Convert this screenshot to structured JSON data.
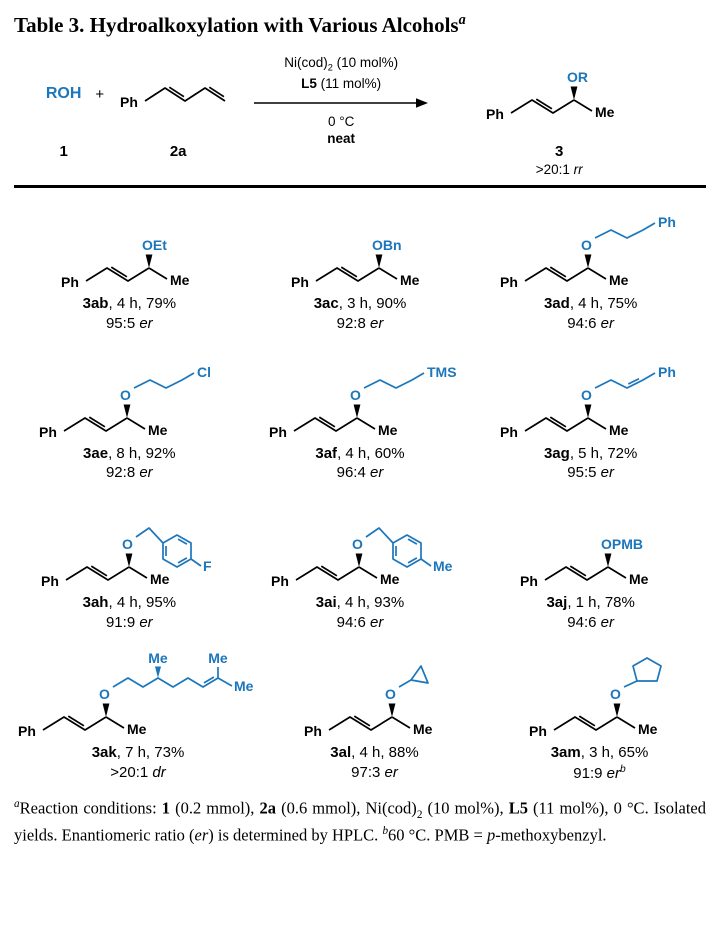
{
  "colors": {
    "accent": "#1c76bc",
    "text": "#000000"
  },
  "title": {
    "text": "Table 3. Hydroalkoxylation with Various Alcohols",
    "sup": "a"
  },
  "core_labels": {
    "ph": "Ph",
    "me": "Me"
  },
  "scheme": {
    "alcohol": {
      "label": "ROH",
      "number": "1"
    },
    "plus": "+",
    "diene": {
      "ph": "Ph",
      "number": "2a"
    },
    "arrow": {
      "above1_main": "Ni(cod)",
      "above1_sub": "2",
      "above1_rest": " (10 mol%)",
      "above2_bold": "L5",
      "above2_rest": " (11 mol%)",
      "below1": "0 °C",
      "below2": "neat"
    },
    "product": {
      "or": "OR",
      "number": "3",
      "ratio": ">20:1 ",
      "ratio_label": "rr"
    }
  },
  "compounds": [
    {
      "id": "3ab",
      "meta": ", 4 h, 79%",
      "ratio": "95:5 ",
      "ratio_label": "er",
      "o_label": "OEt"
    },
    {
      "id": "3ac",
      "meta": ", 3 h, 90%",
      "ratio": "92:8 ",
      "ratio_label": "er",
      "o_label": "OBn"
    },
    {
      "id": "3ad",
      "meta": ", 4 h, 75%",
      "ratio": "94:6 ",
      "ratio_label": "er",
      "o_label": "O",
      "terminal": "Ph"
    },
    {
      "id": "3ae",
      "meta": ", 8 h, 92%",
      "ratio": "92:8 ",
      "ratio_label": "er",
      "o_label": "O",
      "terminal": "Cl"
    },
    {
      "id": "3af",
      "meta": ", 4 h, 60%",
      "ratio": "96:4 ",
      "ratio_label": "er",
      "o_label": "O",
      "terminal": "TMS"
    },
    {
      "id": "3ag",
      "meta": ", 5 h, 72%",
      "ratio": "95:5 ",
      "ratio_label": "er",
      "o_label": "O",
      "terminal": "Ph"
    },
    {
      "id": "3ah",
      "meta": ", 4 h, 95%",
      "ratio": "91:9 ",
      "ratio_label": "er",
      "o_label": "O",
      "terminal": "F"
    },
    {
      "id": "3ai",
      "meta": ", 4 h, 93%",
      "ratio": "94:6 ",
      "ratio_label": "er",
      "o_label": "O",
      "terminal": "Me"
    },
    {
      "id": "3aj",
      "meta": ", 1 h, 78%",
      "ratio": "94:6 ",
      "ratio_label": "er",
      "o_label": "OPMB"
    },
    {
      "id": "3ak",
      "meta": ", 7 h, 73%",
      "ratio": ">20:1 ",
      "ratio_label": "dr",
      "o_label": "O",
      "branch_me": "Me",
      "terminal_me1": "Me",
      "terminal_me2": "Me"
    },
    {
      "id": "3al",
      "meta": ", 4 h, 88%",
      "ratio": "97:3 ",
      "ratio_label": "er",
      "o_label": "O"
    },
    {
      "id": "3am",
      "meta": ", 3 h, 65%",
      "ratio": "91:9 ",
      "ratio_label": "er",
      "ratio_sup": "b",
      "o_label": "O"
    }
  ],
  "footnote": [
    {
      "t": "a",
      "sup": true
    },
    {
      "t": "Reaction conditions: "
    },
    {
      "t": "1",
      "b": true
    },
    {
      "t": " (0.2 mmol), "
    },
    {
      "t": "2a",
      "b": true
    },
    {
      "t": " (0.6 mmol), Ni(cod)"
    },
    {
      "t": "2",
      "sub": true
    },
    {
      "t": " (10 mol%), "
    },
    {
      "t": "L5",
      "b": true
    },
    {
      "t": " (11 mol%), 0 °C. Isolated yields. Enantiomeric ratio ("
    },
    {
      "t": "er",
      "i": true
    },
    {
      "t": ") is determined by HPLC. "
    },
    {
      "t": "b",
      "sup": true
    },
    {
      "t": "60 °C. PMB = "
    },
    {
      "t": "p",
      "i": true
    },
    {
      "t": "-methoxybenzyl."
    }
  ]
}
